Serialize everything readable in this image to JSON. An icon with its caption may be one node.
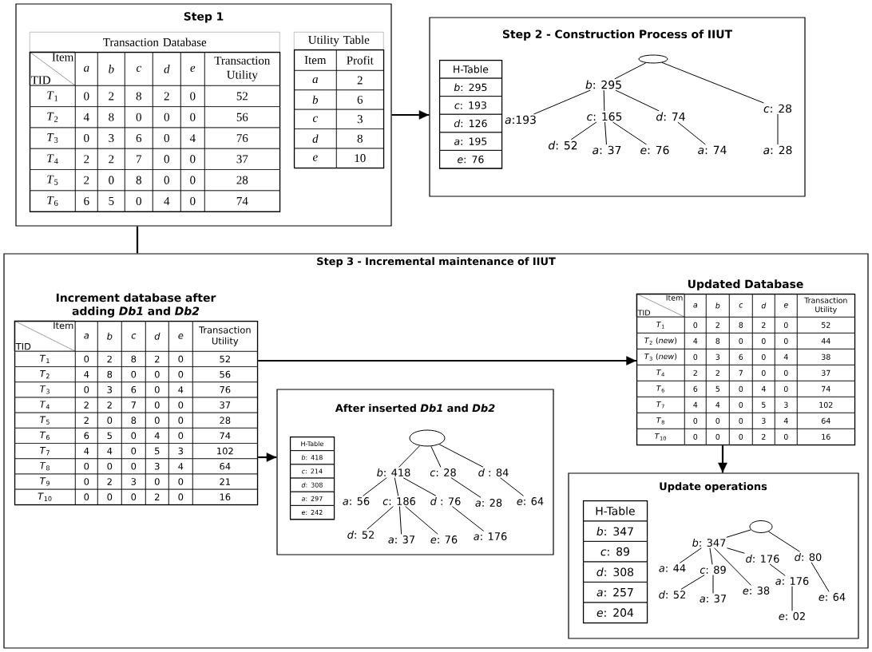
{
  "diagram": {
    "nodes": [
      {
        "text": [
          "Step 1"
        ]
      },
      {
        "text": [
          "Transaction Database",
          "Item",
          "TID",
          "a",
          "b",
          "c",
          "d",
          "e",
          "Transaction Utility",
          "*T*$_{1}$",
          "0",
          "2",
          "8",
          "2",
          "0",
          "52",
          "*T*$_{2}$",
          "4",
          "8",
          "0",
          "0",
          "0",
          "56",
          "*T*$_{3}$",
          "0",
          "3",
          "6",
          "0",
          "4",
          "76",
          "*T*$_{4}$",
          "2",
          "2",
          "7",
          "0",
          "0",
          "37",
          "*T*$_{5}$",
          "2",
          "0",
          "8",
          "0",
          "0",
          "28",
          "*T*$_{6}$",
          "6",
          "5",
          "0",
          "4",
          "0",
          "74"
        ],
        "in": 0
      },
      {
        "text": [
          "Utility Table",
          "Item",
          "Profit",
          "a",
          "2",
          "b",
          "6",
          "c",
          "3",
          "d",
          "8",
          "e",
          "10"
        ],
        "in": 0
      },
      {
        "text": [
          "Step 2 - Construction Process of IIUT"
        ]
      },
      {
        "text": [
          "H-Table",
          "*b*: 295",
          "*c*: 193",
          "*d*: 126",
          "*a*: 195",
          "*e*: 76"
        ],
        "in": 3
      },
      {
        "text": [],
        "shape": "ellipse",
        "in": 3
      },
      {
        "text": [
          "*b*: 295"
        ],
        "in": 3
      },
      {
        "text": [
          "*a*:193"
        ],
        "in": 3
      },
      {
        "text": [
          "*c*: 165"
        ],
        "in": 3
      },
      {
        "text": [
          "*d*: 74"
        ],
        "in": 3
      },
      {
        "text": [
          "*c*: 28"
        ],
        "in": 3
      },
      {
        "text": [
          "*d*: 52"
        ],
        "in": 3
      },
      {
        "text": [
          "*a*: 37"
        ],
        "in": 3
      },
      {
        "text": [
          "*e*: 76"
        ],
        "in": 3
      },
      {
        "text": [
          "*a*: 74"
        ],
        "in": 3
      },
      {
        "text": [
          "*a*: 28"
        ],
        "in": 3
      },
      {
        "text": [
          "Step 3 - Incremental maintenance of IIUT"
        ]
      },
      {
        "text": [
          "Increment database after adding *Db1* and *Db2*",
          "Item",
          "TID",
          "a",
          "b",
          "c",
          "d",
          "e",
          "Transaction Utility",
          "*T*$_{1}$",
          "0",
          "2",
          "8",
          "2",
          "0",
          "52",
          "*T*$_{2}$",
          "4",
          "8",
          "0",
          "0",
          "0",
          "56",
          "*T*$_{3}$",
          "0",
          "3",
          "6",
          "0",
          "4",
          "76",
          "*T*$_{4}$",
          "2",
          "2",
          "7",
          "0",
          "0",
          "37",
          "*T*$_{5}$",
          "2",
          "0",
          "8",
          "0",
          "0",
          "28",
          "*T*$_{6}$",
          "6",
          "5",
          "0",
          "4",
          "0",
          "74",
          "*T*$_{7}$",
          "4",
          "4",
          "0",
          "5",
          "3",
          "102",
          "*T*$_{8}$",
          "0",
          "0",
          "0",
          "3",
          "4",
          "64",
          "*T*$_{9}$",
          "0",
          "2",
          "3",
          "0",
          "0",
          "21",
          "*T*$_{10}$",
          "0",
          "0",
          "0",
          "2",
          "0",
          "16"
        ],
        "in": 16
      },
      {
        "text": [
          "Updated Database",
          "Item",
          "TID",
          "a",
          "b",
          "c",
          "d",
          "e",
          "Transaction Utility",
          "*T*$_{1}$",
          "0",
          "2",
          "8",
          "2",
          "0",
          "52",
          "*T*$_{2}$ (*new*)",
          "4",
          "8",
          "0",
          "0",
          "0",
          "44",
          "*T*$_{3}$ (*new*)",
          "0",
          "3",
          "6",
          "0",
          "4",
          "38",
          "*T*$_{4}$",
          "2",
          "2",
          "7",
          "0",
          "0",
          "37",
          "*T*$_{6}$",
          "6",
          "5",
          "0",
          "4",
          "0",
          "74",
          "*T*$_{7}$",
          "4",
          "4",
          "0",
          "5",
          "3",
          "102",
          "*T*$_{8}$",
          "0",
          "0",
          "0",
          "3",
          "4",
          "64",
          "*T*$_{10}$",
          "0",
          "0",
          "0",
          "2",
          "0",
          "16"
        ],
        "in": 16
      },
      {
        "text": [
          "After inserted *Db1* and *Db2*"
        ],
        "in": 16
      },
      {
        "text": [
          "H-Table",
          "*b*: 418",
          "*c*: 214",
          "*d*: 308",
          "*a*: 297",
          "*e*: 242"
        ],
        "in": 19
      },
      {
        "text": [],
        "shape": "ellipse",
        "in": 19
      },
      {
        "text": [
          "*b*: 418"
        ],
        "in": 19
      },
      {
        "text": [
          "*c*: 28"
        ],
        "in": 19
      },
      {
        "text": [
          "*d* : 84"
        ],
        "in": 19
      },
      {
        "text": [
          "*a*: 56"
        ],
        "in": 19
      },
      {
        "text": [
          "*c*: 186"
        ],
        "in": 19
      },
      {
        "text": [
          "*d* : 76"
        ],
        "in": 19
      },
      {
        "text": [
          "*a*: 28"
        ],
        "in": 19
      },
      {
        "text": [
          "*e*: 64"
        ],
        "in": 19
      },
      {
        "text": [
          "*d*: 52"
        ],
        "in": 19
      },
      {
        "text": [
          "*a*: 37"
        ],
        "in": 19
      },
      {
        "text": [
          "*e*: 76"
        ],
        "in": 19
      },
      {
        "text": [
          "*a*: 176"
        ],
        "in": 19
      },
      {
        "text": [
          "Update operations"
        ],
        "in": 16
      },
      {
        "text": [
          "H-Table",
          "*b*: 347",
          "*c*: 89",
          "*d*: 308",
          "*a*: 257",
          "*e*: 204"
        ],
        "in": 34
      },
      {
        "text": [],
        "shape": "ellipse",
        "in": 34
      },
      {
        "text": [
          "*b*: 347"
        ],
        "in": 34
      },
      {
        "text": [
          "*a*: 44"
        ],
        "in": 34
      },
      {
        "text": [
          "*c*: 89"
        ],
        "in": 34
      },
      {
        "text": [
          "*d*: 176"
        ],
        "in": 34
      },
      {
        "text": [
          "*d*: 80"
        ],
        "in": 34
      },
      {
        "text": [
          "*d*: 52"
        ],
        "in": 34
      },
      {
        "text": [
          "*a*: 37"
        ],
        "in": 34
      },
      {
        "text": [
          "*e*: 38"
        ],
        "in": 34
      },
      {
        "text": [
          "*a*: 176"
        ],
        "in": 34
      },
      {
        "text": [
          "*e*: 64"
        ],
        "in": 34
      },
      {
        "text": [
          "*e*: 02"
        ],
        "in": 34
      }
    ],
    "edges": [
      {
        "from": 0,
        "to": 3,
        "arrow": "to"
      },
      {
        "from": 0,
        "to": 16,
        "arrow": "none"
      },
      {
        "from": 17,
        "to": 18,
        "arrow": "to"
      },
      {
        "from": 17,
        "to": 19,
        "arrow": "to"
      },
      {
        "from": 18,
        "to": 34,
        "arrow": "to"
      },
      {
        "from": 5,
        "to": 6,
        "arrow": "none"
      },
      {
        "from": 5,
        "to": 10,
        "arrow": "none"
      },
      {
        "from": 6,
        "to": 7,
        "arrow": "none"
      },
      {
        "from": 6,
        "to": 8,
        "arrow": "none"
      },
      {
        "from": 6,
        "to": 9,
        "arrow": "none"
      },
      {
        "from": 8,
        "to": 11,
        "arrow": "none"
      },
      {
        "from": 8,
        "to": 12,
        "arrow": "none"
      },
      {
        "from": 8,
        "to": 13,
        "arrow": "none"
      },
      {
        "from": 9,
        "to": 14,
        "arrow": "none"
      },
      {
        "from": 10,
        "to": 15,
        "arrow": "none"
      },
      {
        "from": 21,
        "to": 22,
        "arrow": "none"
      },
      {
        "from": 21,
        "to": 23,
        "arrow": "none"
      },
      {
        "from": 21,
        "to": 24,
        "arrow": "none"
      },
      {
        "from": 22,
        "to": 25,
        "arrow": "none"
      },
      {
        "from": 22,
        "to": 26,
        "arrow": "none"
      },
      {
        "from": 22,
        "to": 27,
        "arrow": "none"
      },
      {
        "from": 26,
        "to": 30,
        "arrow": "none"
      },
      {
        "from": 26,
        "to": 31,
        "arrow": "none"
      },
      {
        "from": 26,
        "to": 32,
        "arrow": "none"
      },
      {
        "from": 27,
        "to": 33,
        "arrow": "none"
      },
      {
        "from": 23,
        "to": 28,
        "arrow": "none"
      },
      {
        "from": 24,
        "to": 29,
        "arrow": "none"
      },
      {
        "from": 36,
        "to": 37,
        "arrow": "none"
      },
      {
        "from": 36,
        "to": 41,
        "arrow": "none"
      },
      {
        "from": 37,
        "to": 38,
        "arrow": "none"
      },
      {
        "from": 37,
        "to": 39,
        "arrow": "none"
      },
      {
        "from": 37,
        "to": 44,
        "arrow": "none"
      },
      {
        "from": 37,
        "to": 40,
        "arrow": "none"
      },
      {
        "from": 39,
        "to": 42,
        "arrow": "none"
      },
      {
        "from": 39,
        "to": 43,
        "arrow": "none"
      },
      {
        "from": 40,
        "to": 45,
        "arrow": "none"
      },
      {
        "from": 45,
        "to": 47,
        "arrow": "none"
      },
      {
        "from": 41,
        "to": 46,
        "arrow": "none"
      }
    ]
  }
}
